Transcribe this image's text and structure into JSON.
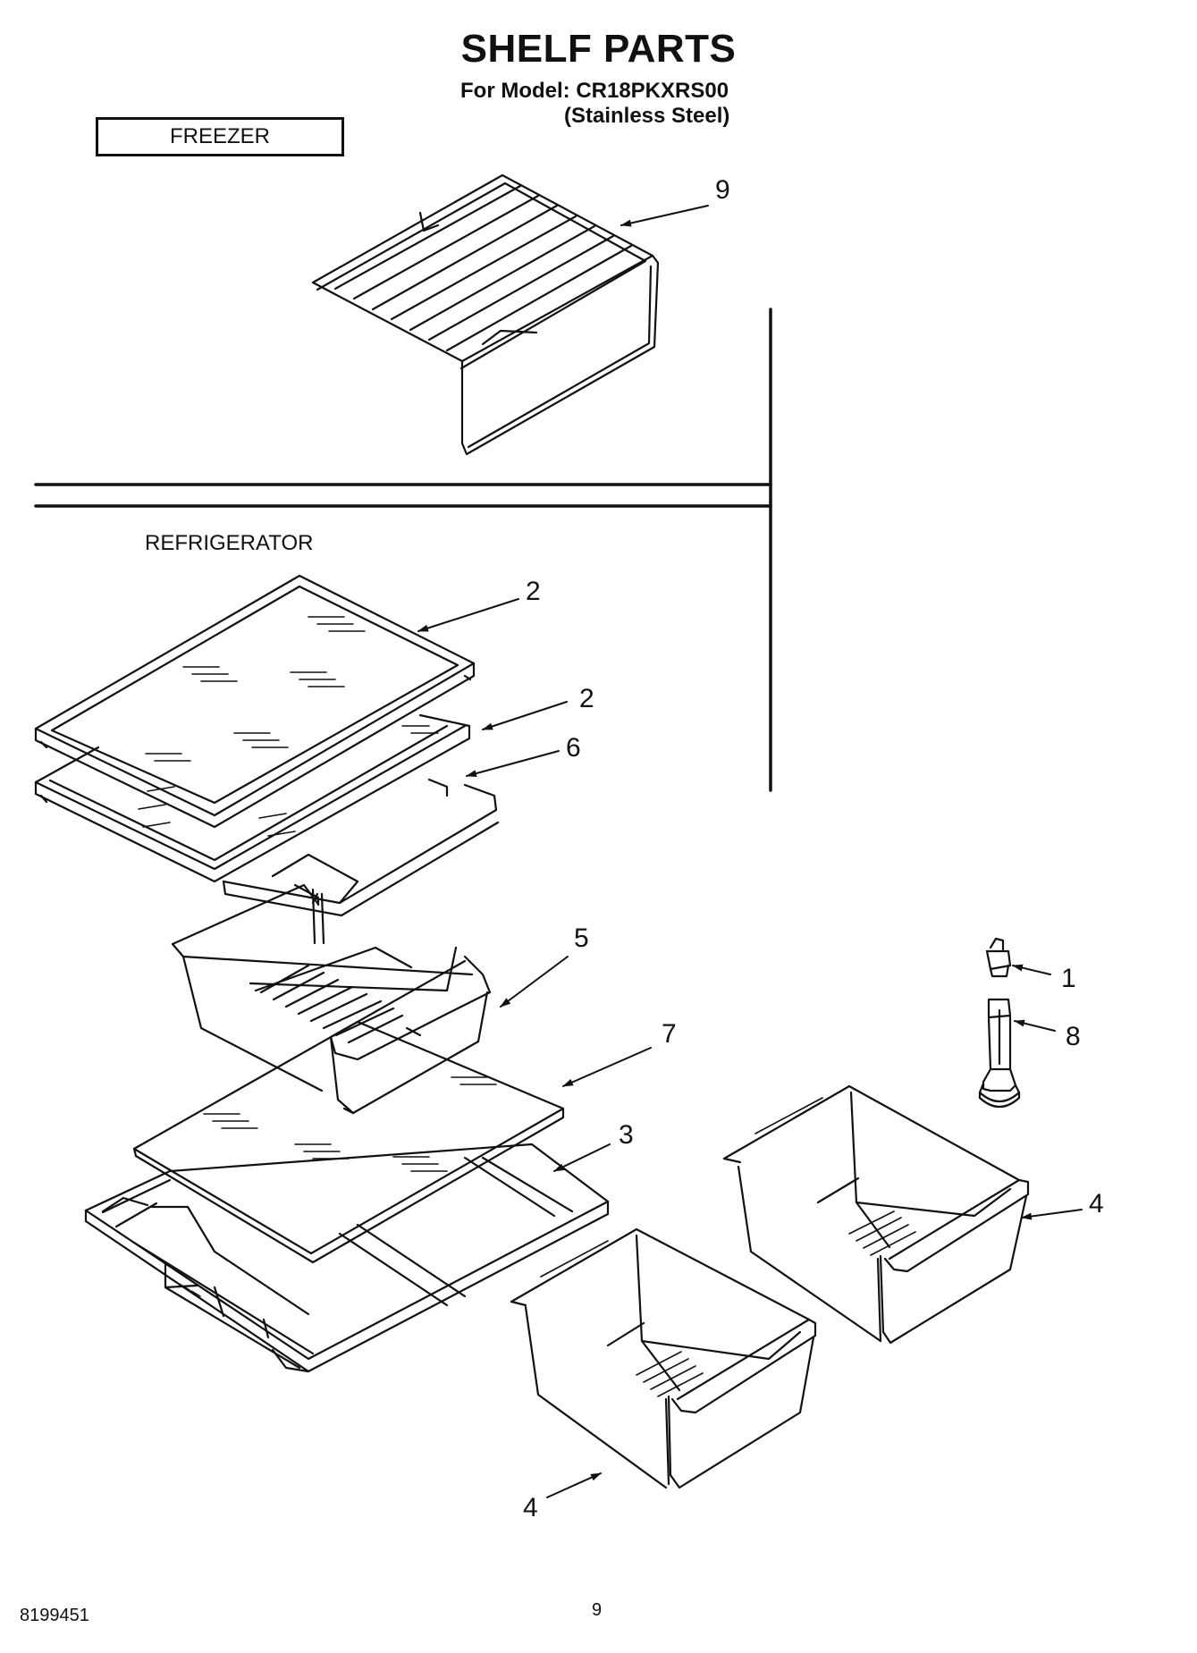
{
  "header": {
    "title": "SHELF PARTS",
    "model_line": "For Model: CR18PKXRS00",
    "finish_line": "(Stainless Steel)"
  },
  "sections": {
    "freezer": "FREEZER",
    "refrigerator": "REFRIGERATOR"
  },
  "callouts": {
    "c9": "9",
    "c2a": "2",
    "c2b": "2",
    "c6": "6",
    "c5": "5",
    "c1": "1",
    "c8": "8",
    "c7": "7",
    "c3": "3",
    "c4a": "4",
    "c4b": "4"
  },
  "footer": {
    "doc_number": "8199451",
    "page_number": "9"
  }
}
